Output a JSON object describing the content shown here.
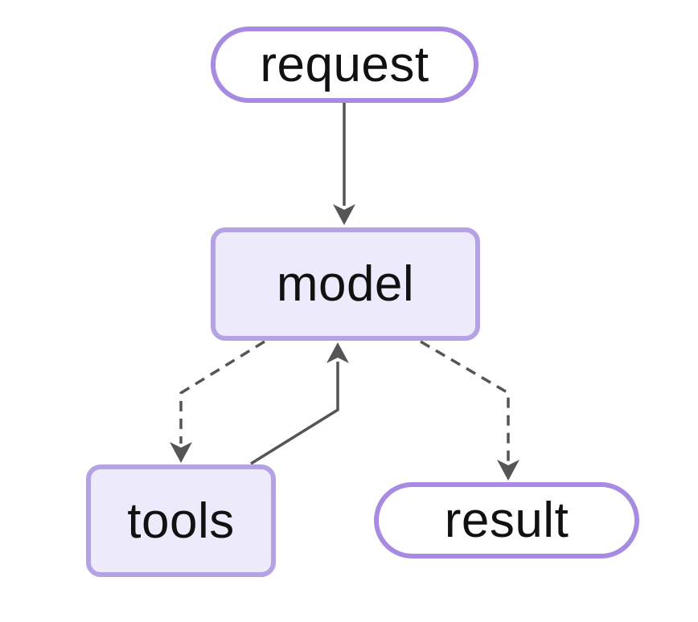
{
  "diagram": {
    "type": "flowchart",
    "direction": "top-down",
    "nodes": {
      "request": {
        "label": "request",
        "shape": "stadium"
      },
      "model": {
        "label": "model",
        "shape": "rounded-rect"
      },
      "tools": {
        "label": "tools",
        "shape": "rounded-rect"
      },
      "result": {
        "label": "result",
        "shape": "stadium"
      }
    },
    "edges": [
      {
        "from": "request",
        "to": "model",
        "style": "solid",
        "arrow_direction": "down"
      },
      {
        "from": "model",
        "to": "tools",
        "style": "dashed",
        "arrow_direction": "down"
      },
      {
        "from": "tools",
        "to": "model",
        "style": "solid",
        "arrow_direction": "up"
      },
      {
        "from": "model",
        "to": "result",
        "style": "dashed",
        "arrow_direction": "down"
      }
    ],
    "colors": {
      "background": "#ffffff",
      "stadium_border": "#a78be2",
      "stadium_fill": "#ffffff",
      "rect_border": "#b5a2e4",
      "rect_fill": "#edeafb",
      "edge": "#555555",
      "text": "#111111"
    }
  }
}
